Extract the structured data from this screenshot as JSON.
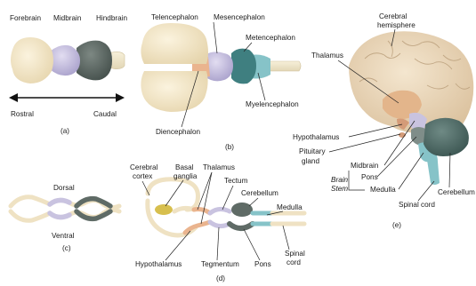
{
  "panel_a": {
    "caption": "(a)",
    "labels": {
      "forebrain": "Forebrain",
      "midbrain": "Midbrain",
      "hindbrain": "Hindbrain",
      "rostral": "Rostral",
      "caudal": "Caudal"
    }
  },
  "panel_b": {
    "caption": "(b)",
    "labels": {
      "telencephalon": "Telencephalon",
      "mesencephalon": "Mesencephalon",
      "metencephalon": "Metencephalon",
      "myelencephalon": "Myelencephalon",
      "diencephalon": "Diencephalon"
    }
  },
  "panel_c": {
    "caption": "(c)",
    "labels": {
      "dorsal": "Dorsal",
      "ventral": "Ventral"
    }
  },
  "panel_d": {
    "caption": "(d)",
    "labels": {
      "cerebral_cortex_1": "Cerebral",
      "cerebral_cortex_2": "cortex",
      "basal_ganglia_1": "Basal",
      "basal_ganglia_2": "ganglia",
      "thalamus": "Thalamus",
      "tectum": "Tectum",
      "cerebellum": "Cerebellum",
      "medulla": "Medulla",
      "hypothalamus": "Hypothalamus",
      "tegmentum": "Tegmentum",
      "pons": "Pons",
      "spinal_cord_1": "Spinal",
      "spinal_cord_2": "cord"
    }
  },
  "panel_e": {
    "caption": "(e)",
    "labels": {
      "cerebral_hemisphere_1": "Cerebral",
      "cerebral_hemisphere_2": "hemisphere",
      "thalamus": "Thalamus",
      "hypothalamus": "Hypothalamus",
      "pituitary_1": "Pituitary",
      "pituitary_2": "gland",
      "midbrain": "Midbrain",
      "brain_stem_1": "Brain",
      "brain_stem_2": "Stem",
      "pons": "Pons",
      "medulla": "Medulla",
      "cerebellum": "Cerebellum",
      "spinal_cord": "Spinal cord"
    }
  },
  "colors": {
    "forebrain": "#f1e6c8",
    "midbrain": "#c9c3e0",
    "hindbrain": "#5f6b66",
    "diencephalon": "#eab48e",
    "metencephalon": "#3f7f80",
    "myelencephalon": "#86c3c8",
    "basal_ganglia": "#d7bf4e",
    "cortex_surface": "#ead8bd"
  }
}
